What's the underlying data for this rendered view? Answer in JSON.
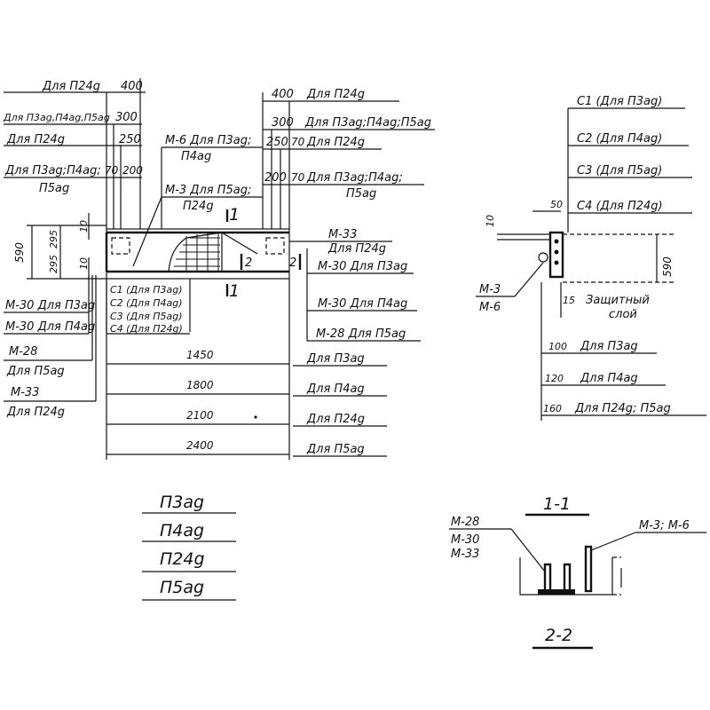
{
  "left_top_labels": {
    "for_p24g": "Для П24g",
    "dim_400": "400",
    "for_p3_p4_p5": "Для П3ag,П4ag,П5ag",
    "dim_300": "300",
    "for_p24g_b": "Для П24g",
    "dim_250": "250",
    "for_p3_p4": "Для П3ag;П4ag;",
    "p5ag": "П5ag",
    "dim_200": "200",
    "dim_70": "70"
  },
  "center_labels": {
    "m6_p3": "М-6 Для П3ag;",
    "m6_p4": "П4ag",
    "m3_p5": "М-3 Для П5ag;",
    "m3_p24": "П24g",
    "cut_1_top": "1",
    "cut_1_bottom": "1",
    "cut_2_left": "2",
    "cut_2_right": "2"
  },
  "right_top_labels": {
    "dim_400": "400",
    "for_p24g": "Для П24g",
    "dim_300": "300",
    "for_p3_p4_p5": "Для П3ag;П4ag;П5ag",
    "dim_250": "250",
    "dim_70": "70",
    "for_p24g_b": "Для П24g",
    "dim_200": "200",
    "dim_70b": "70",
    "for_p3_p4": "Для П3ag;П4ag;",
    "p5ag": "П5ag"
  },
  "left_dims": {
    "dim_590": "590",
    "dim_295a": "295",
    "dim_295b": "295",
    "dim_10": "10",
    "dim_10b": "10"
  },
  "left_side_labels": {
    "m30_p3": "М-30 Для П3ag",
    "m30_p4": "М-30 Для П4ag",
    "m28": "М-28",
    "for_p5": "Для П5ag",
    "m33": "М-33",
    "for_p24": "Для П24g"
  },
  "c_list": {
    "c1": "С1 (Для П3ag)",
    "c2": "С2 (Для П4ag)",
    "c3": "С3 (Для П5ag)",
    "c4": "С4 (Для П24g)"
  },
  "right_side_labels": {
    "m33": "М-33",
    "for_p24": "Для П24g",
    "m30_p3": "М-30 Для П3ag",
    "m30_p4": "М-30 Для П4ag",
    "m28_p5": "М-28 Для П5ag"
  },
  "length_dims": [
    {
      "value": "1450",
      "label": "Для П3ag"
    },
    {
      "value": "1800",
      "label": "Для П4ag"
    },
    {
      "value": "2100",
      "label": "Для П24g"
    },
    {
      "value": "2400",
      "label": "Для П5ag"
    }
  ],
  "marks": [
    "П3ag",
    "П4ag",
    "П24g",
    "П5ag"
  ],
  "section_1": {
    "c1": "С1 (Для П3ag)",
    "c2": "С2 (Для П4ag)",
    "c3": "С3 (Для П5ag)",
    "c4": "С4 (Для П24g)",
    "dim_50": "50",
    "dim_10": "10",
    "dim_590": "590",
    "m3": "М-3",
    "m6": "М-6",
    "dim_15": "15",
    "protective_layer": "Защитный",
    "protective_layer_2": "слой",
    "depths": [
      {
        "value": "100",
        "label": "Для П3ag"
      },
      {
        "value": "120",
        "label": "Для П4ag"
      },
      {
        "value": "160",
        "label": "Для П24g; П5ag"
      }
    ],
    "title": "1-1"
  },
  "section_2": {
    "m28": "М-28",
    "m30": "М-30",
    "m33": "М-33",
    "m3_m6": "М-3; М-6",
    "title": "2-2"
  }
}
